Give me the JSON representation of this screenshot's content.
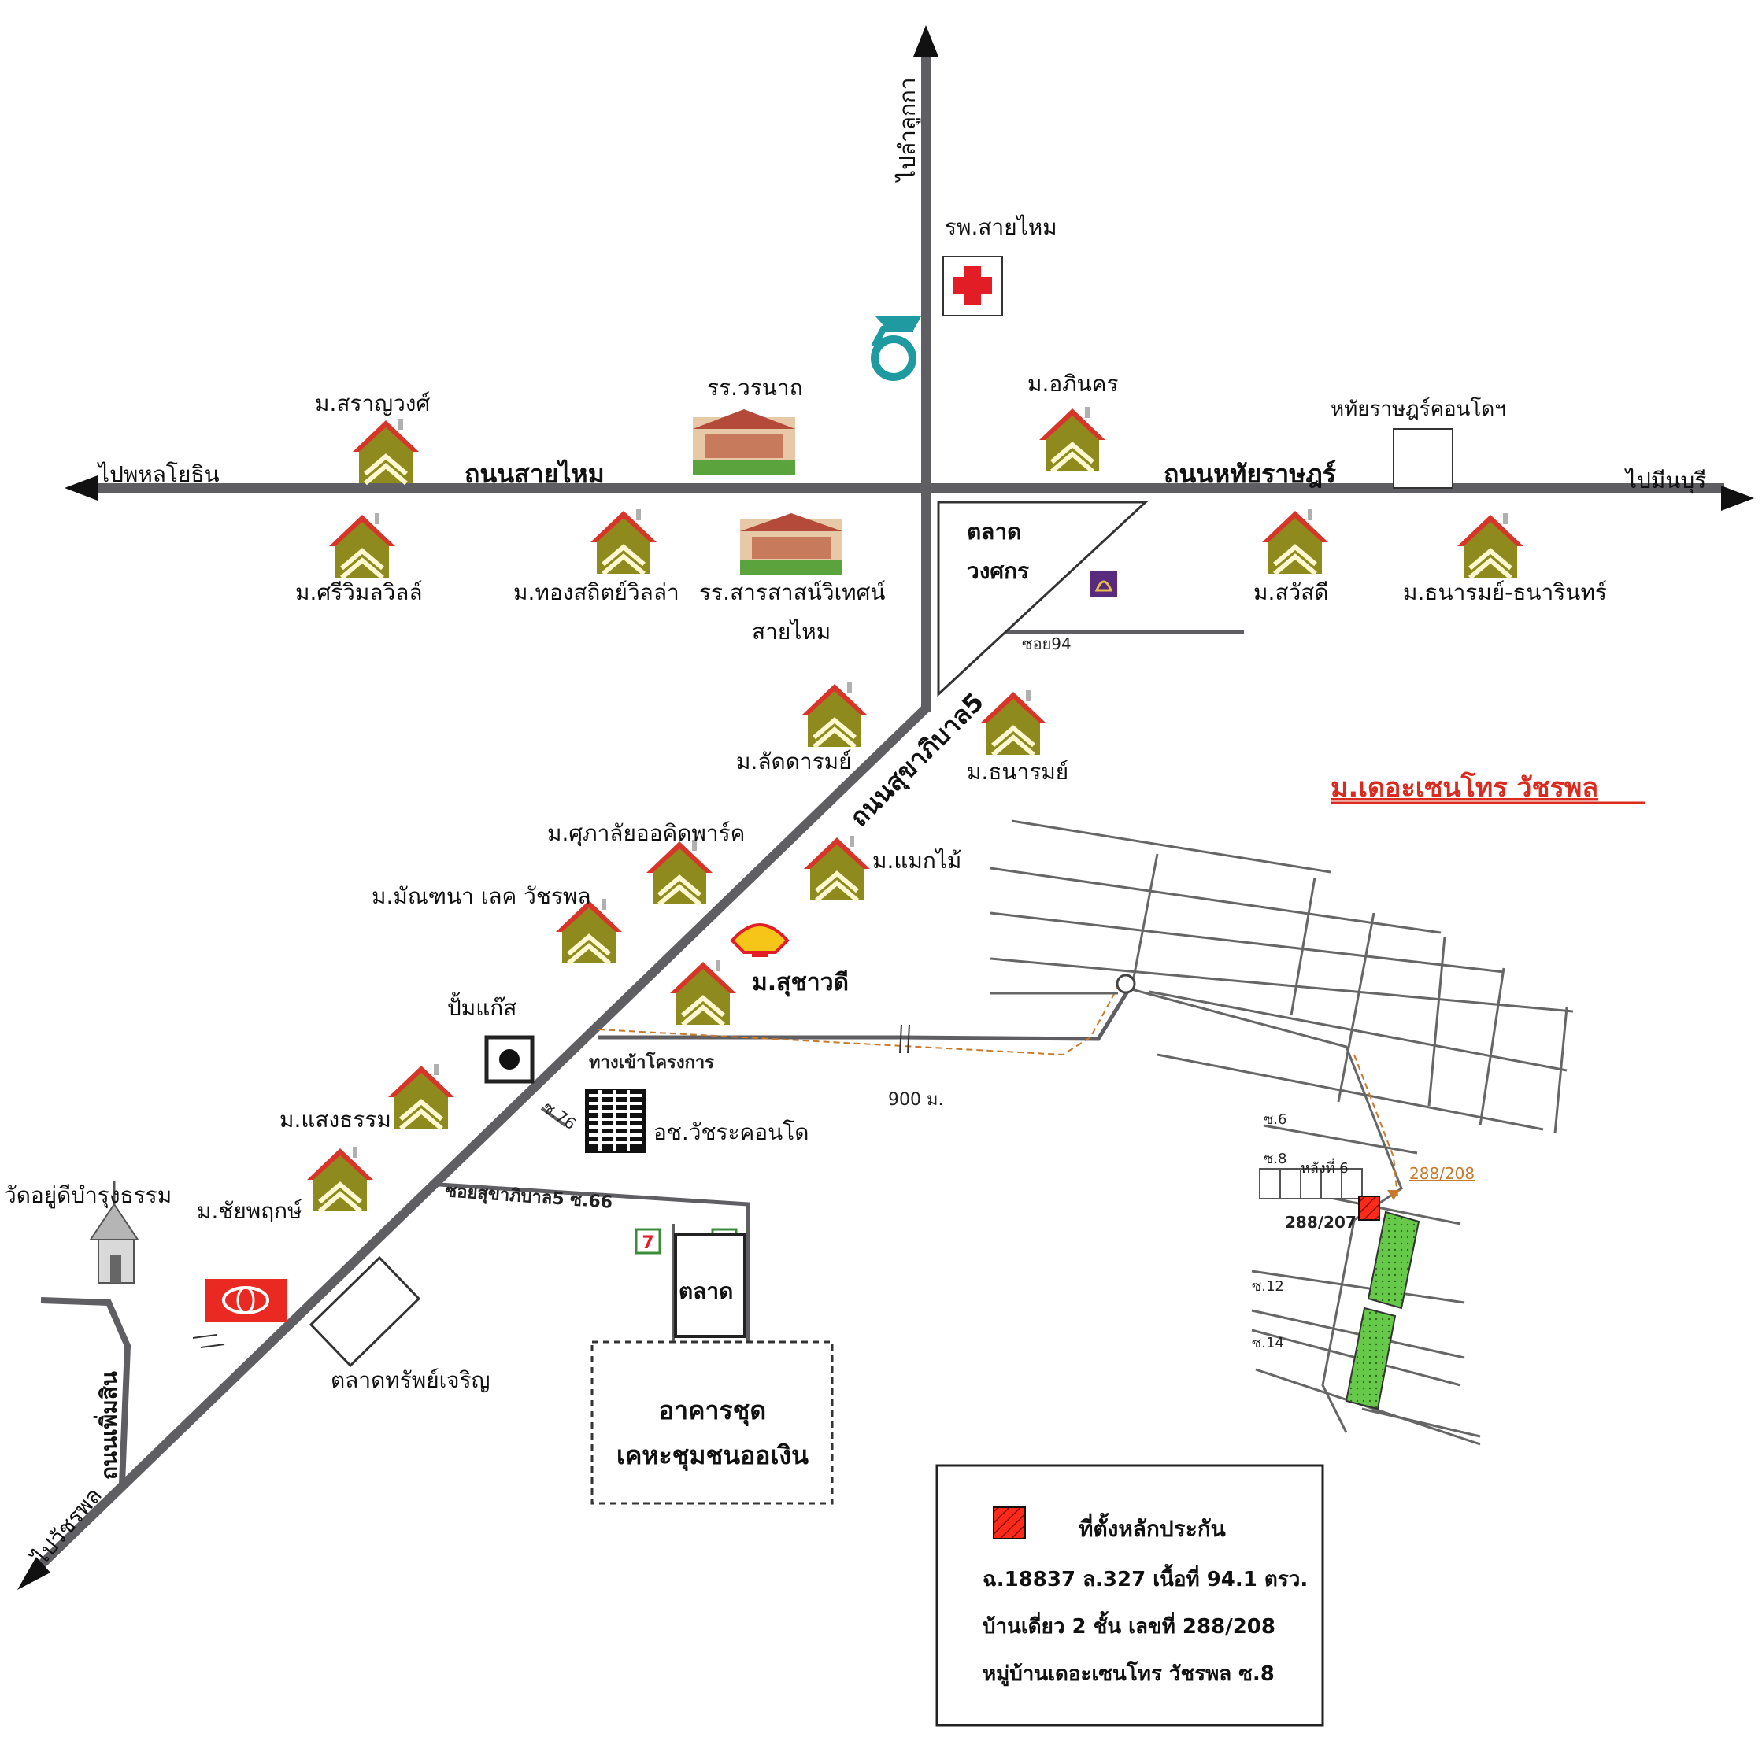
{
  "colors": {
    "road": "#5f5f63",
    "house_body": "#8f8a1e",
    "house_roof": "#d8352a",
    "hospital_cross": "#e21d25",
    "petronas": "#1e9aa0",
    "shell": "#f5c518",
    "collateral": "#ff2a1a",
    "park": "#67c94a",
    "route": "#c7792c",
    "title_red": "#d92b1f",
    "bank": "#5a2a7d",
    "toyota": "#ea2a22"
  },
  "roads": {
    "north": "ไปลำลูกกา",
    "west": "ไปพหลโยธิน",
    "east": "ไปมีนบุรี",
    "southwest": "ไปวัชรพล",
    "sai_mai": "ถนนสายไหม",
    "hathai_rat": "ถนนหทัยราษฎร์",
    "sukhaphiban5": "ถนนสุขาภิบาล5",
    "phoem_sin": "ถนนเพิ่มสิน",
    "soi94": "ซอย94",
    "soi76": "ซ.76",
    "soi66": "ซอยสุขาภิบาล5 ซ.66",
    "project_entrance": "ทางเข้าโครงการ",
    "distance": "900 ม."
  },
  "places": {
    "hospital": "รพ.สายไหม",
    "school_woranat": "รร.วรนาถ",
    "school_saraswit": "รร.สารสาสน์วิเทศน์",
    "school_saraswit_2": "สายไหม",
    "market_wongsakorn_1": "ตลาด",
    "market_wongsakorn_2": "วงศกร",
    "hathai_condo": "หทัยราษฎร์คอนโดฯ",
    "gas_station": "ปั้มแก๊ส",
    "watchara_condo": "อช.วัชระคอนโด",
    "temple": "วัดอยู่ดีบำรุงธรรม",
    "market": "ตลาด",
    "market_sap_charoen": "ตลาดทรัพย์เจริญ",
    "housing_1": "อาคารชุด",
    "housing_2": "เคหะชุมชนออเงิน"
  },
  "villages": [
    "ม.สราญวงศ์",
    "ม.อภินคร",
    "ม.ศรีวิมลวิลล์",
    "ม.ทองสถิตย์วิลล่า",
    "ม.สวัสดี",
    "ม.ธนารมย์-ธนารินทร์",
    "ม.ลัดดารมย์",
    "ม.ธนารมย์",
    "ม.ศุภาลัยออคิดพาร์ค",
    "ม.แมกไม้",
    "ม.มัณฑนา เลค วัชรพล",
    "ม.สุชาวดี",
    "ม.แสงธรรม",
    "ม.ชัยพฤกษ์"
  ],
  "inset": {
    "title": "ม.เดอะเซนโทร วัชรพล",
    "soi6": "ซ.6",
    "soi8": "ซ.8",
    "soi12": "ซ.12",
    "soi14": "ซ.14",
    "house_no6": "หลังที่ 6",
    "addr_208": "288/208",
    "addr_207": "288/207"
  },
  "legend": {
    "title": "ที่ตั้งหลักประกัน",
    "line1": "ฉ.18837 ล.327 เนื้อที่ 94.1 ตรว.",
    "line2": "บ้านเดี่ยว 2 ชั้น เลขที่ 288/208",
    "line3": "หมู่บ้านเดอะเซนโทร วัชรพล ซ.8"
  }
}
